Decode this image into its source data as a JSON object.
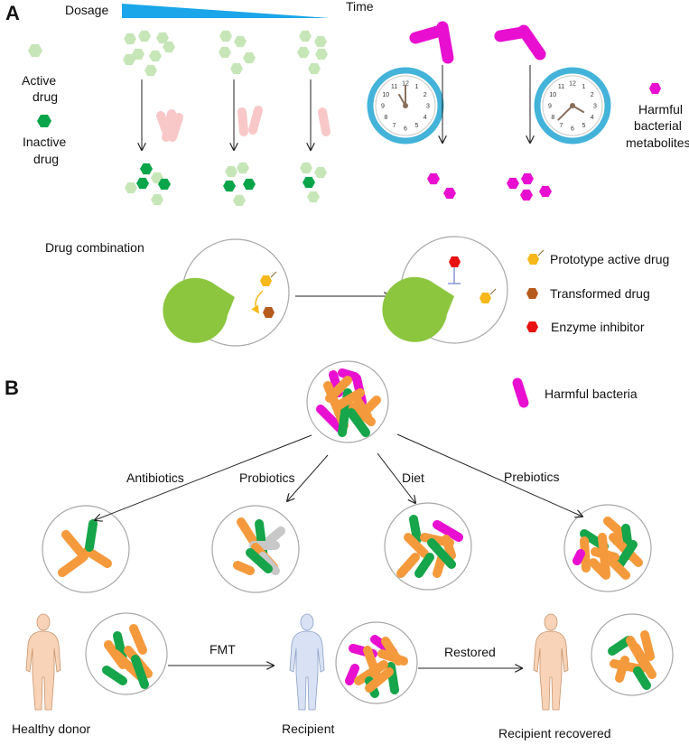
{
  "panel_a": {
    "letter": "A",
    "dosage_label": "Dosage",
    "time_label": "Time",
    "legend_active_line1": "Active",
    "legend_active_line2": "drug",
    "legend_inactive_line1": "Inactive",
    "legend_inactive_line2": "drug",
    "harmful_metab_line1": "Harmful",
    "harmful_metab_line2": "bacterial",
    "harmful_metab_line3": "metabolites",
    "clock_numbers": [
      "12",
      "1",
      "2",
      "3",
      "4",
      "5",
      "6",
      "7",
      "8",
      "9",
      "10",
      "11"
    ],
    "drug_combination": "Drug combination",
    "legend_prototype": "Prototype active drug",
    "legend_transformed": "Transformed drug",
    "legend_inhibitor": "Enzyme inhibitor"
  },
  "panel_b": {
    "letter": "B",
    "harmful_bacteria": "Harmful bacteria",
    "antibiotics": "Antibiotics",
    "probiotics": "Probiotics",
    "diet": "Diet",
    "prebiotics": "Prebiotics",
    "fmt": "FMT",
    "restored": "Restored",
    "healthy_donor": "Healthy donor",
    "recipient": "Recipient",
    "recipient_recovered": "Recipient recovered"
  },
  "colors": {
    "active_drug": "#c6e6b8",
    "inactive_drug": "#0aa54a",
    "harmful": "#e80fd0",
    "orange": "#f59a3c",
    "green_bacteria": "#16a54a",
    "grey_bacteria": "#c8c8c8",
    "enzyme": "#8cc63f",
    "clock_ring": "#43b3d9",
    "dosage_wedge": "#1aa6e8",
    "pink_bacteria": "#f8c8c8",
    "prototype_drug": "#f6b81a",
    "transformed_drug": "#b75a1e",
    "inhibitor": "#e81010",
    "human_skin": "#f8d3b8",
    "human_blue": "#d8e2f4"
  }
}
